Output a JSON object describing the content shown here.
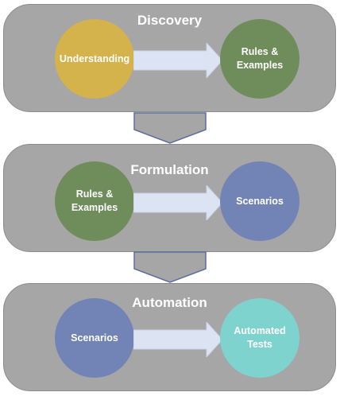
{
  "stages": [
    {
      "title": "Discovery",
      "from": {
        "label": "Understanding",
        "color": "#d4b24c"
      },
      "to": {
        "label": "Rules &\nExamples",
        "color": "#6f8d5a"
      }
    },
    {
      "title": "Formulation",
      "from": {
        "label": "Rules &\nExamples",
        "color": "#6f8d5a"
      },
      "to": {
        "label": "Scenarios",
        "color": "#7283b5"
      }
    },
    {
      "title": "Automation",
      "from": {
        "label": "Scenarios",
        "color": "#7283b5"
      },
      "to": {
        "label": "Automated\nTests",
        "color": "#7ed3cf"
      }
    }
  ],
  "colors": {
    "stage_bg": "#a6a6a6",
    "arrow_fill": "#dce3f2",
    "connector_fill": "#a6a6a6",
    "connector_stroke": "#5b6e9a"
  }
}
